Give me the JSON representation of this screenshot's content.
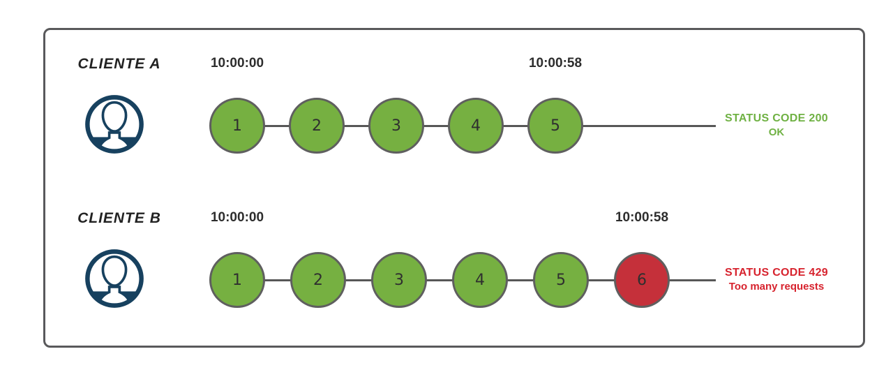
{
  "colors": {
    "circle_success_fill": "#76B041",
    "circle_blocked_fill": "#C5303A",
    "circle_border": "#5F5F5F",
    "status_success_text": "#6FB143",
    "status_error_text": "#D7232E",
    "avatar_navy": "#17415F",
    "frame_border": "#59595B",
    "connector_gray": "#575757",
    "timestamp_text": "#2D2D2D",
    "label_text": "#222222"
  },
  "clients": [
    {
      "label": "CLIENTE A",
      "icon": "user-icon",
      "start_time": "10:00:00",
      "end_time": "10:00:58",
      "requests": [
        {
          "number": "1",
          "state": "success"
        },
        {
          "number": "2",
          "state": "success"
        },
        {
          "number": "3",
          "state": "success"
        },
        {
          "number": "4",
          "state": "success"
        },
        {
          "number": "5",
          "state": "success"
        }
      ],
      "status": {
        "type": "success",
        "code_line": "STATUS CODE 200",
        "detail_line": "OK"
      }
    },
    {
      "label": "CLIENTE B",
      "icon": "user-icon",
      "start_time": "10:00:00",
      "end_time": "10:00:58",
      "requests": [
        {
          "number": "1",
          "state": "success"
        },
        {
          "number": "2",
          "state": "success"
        },
        {
          "number": "3",
          "state": "success"
        },
        {
          "number": "4",
          "state": "success"
        },
        {
          "number": "5",
          "state": "success"
        },
        {
          "number": "6",
          "state": "blocked"
        }
      ],
      "status": {
        "type": "error",
        "code_line": "STATUS CODE 429",
        "detail_line": "Too many requests"
      }
    }
  ]
}
